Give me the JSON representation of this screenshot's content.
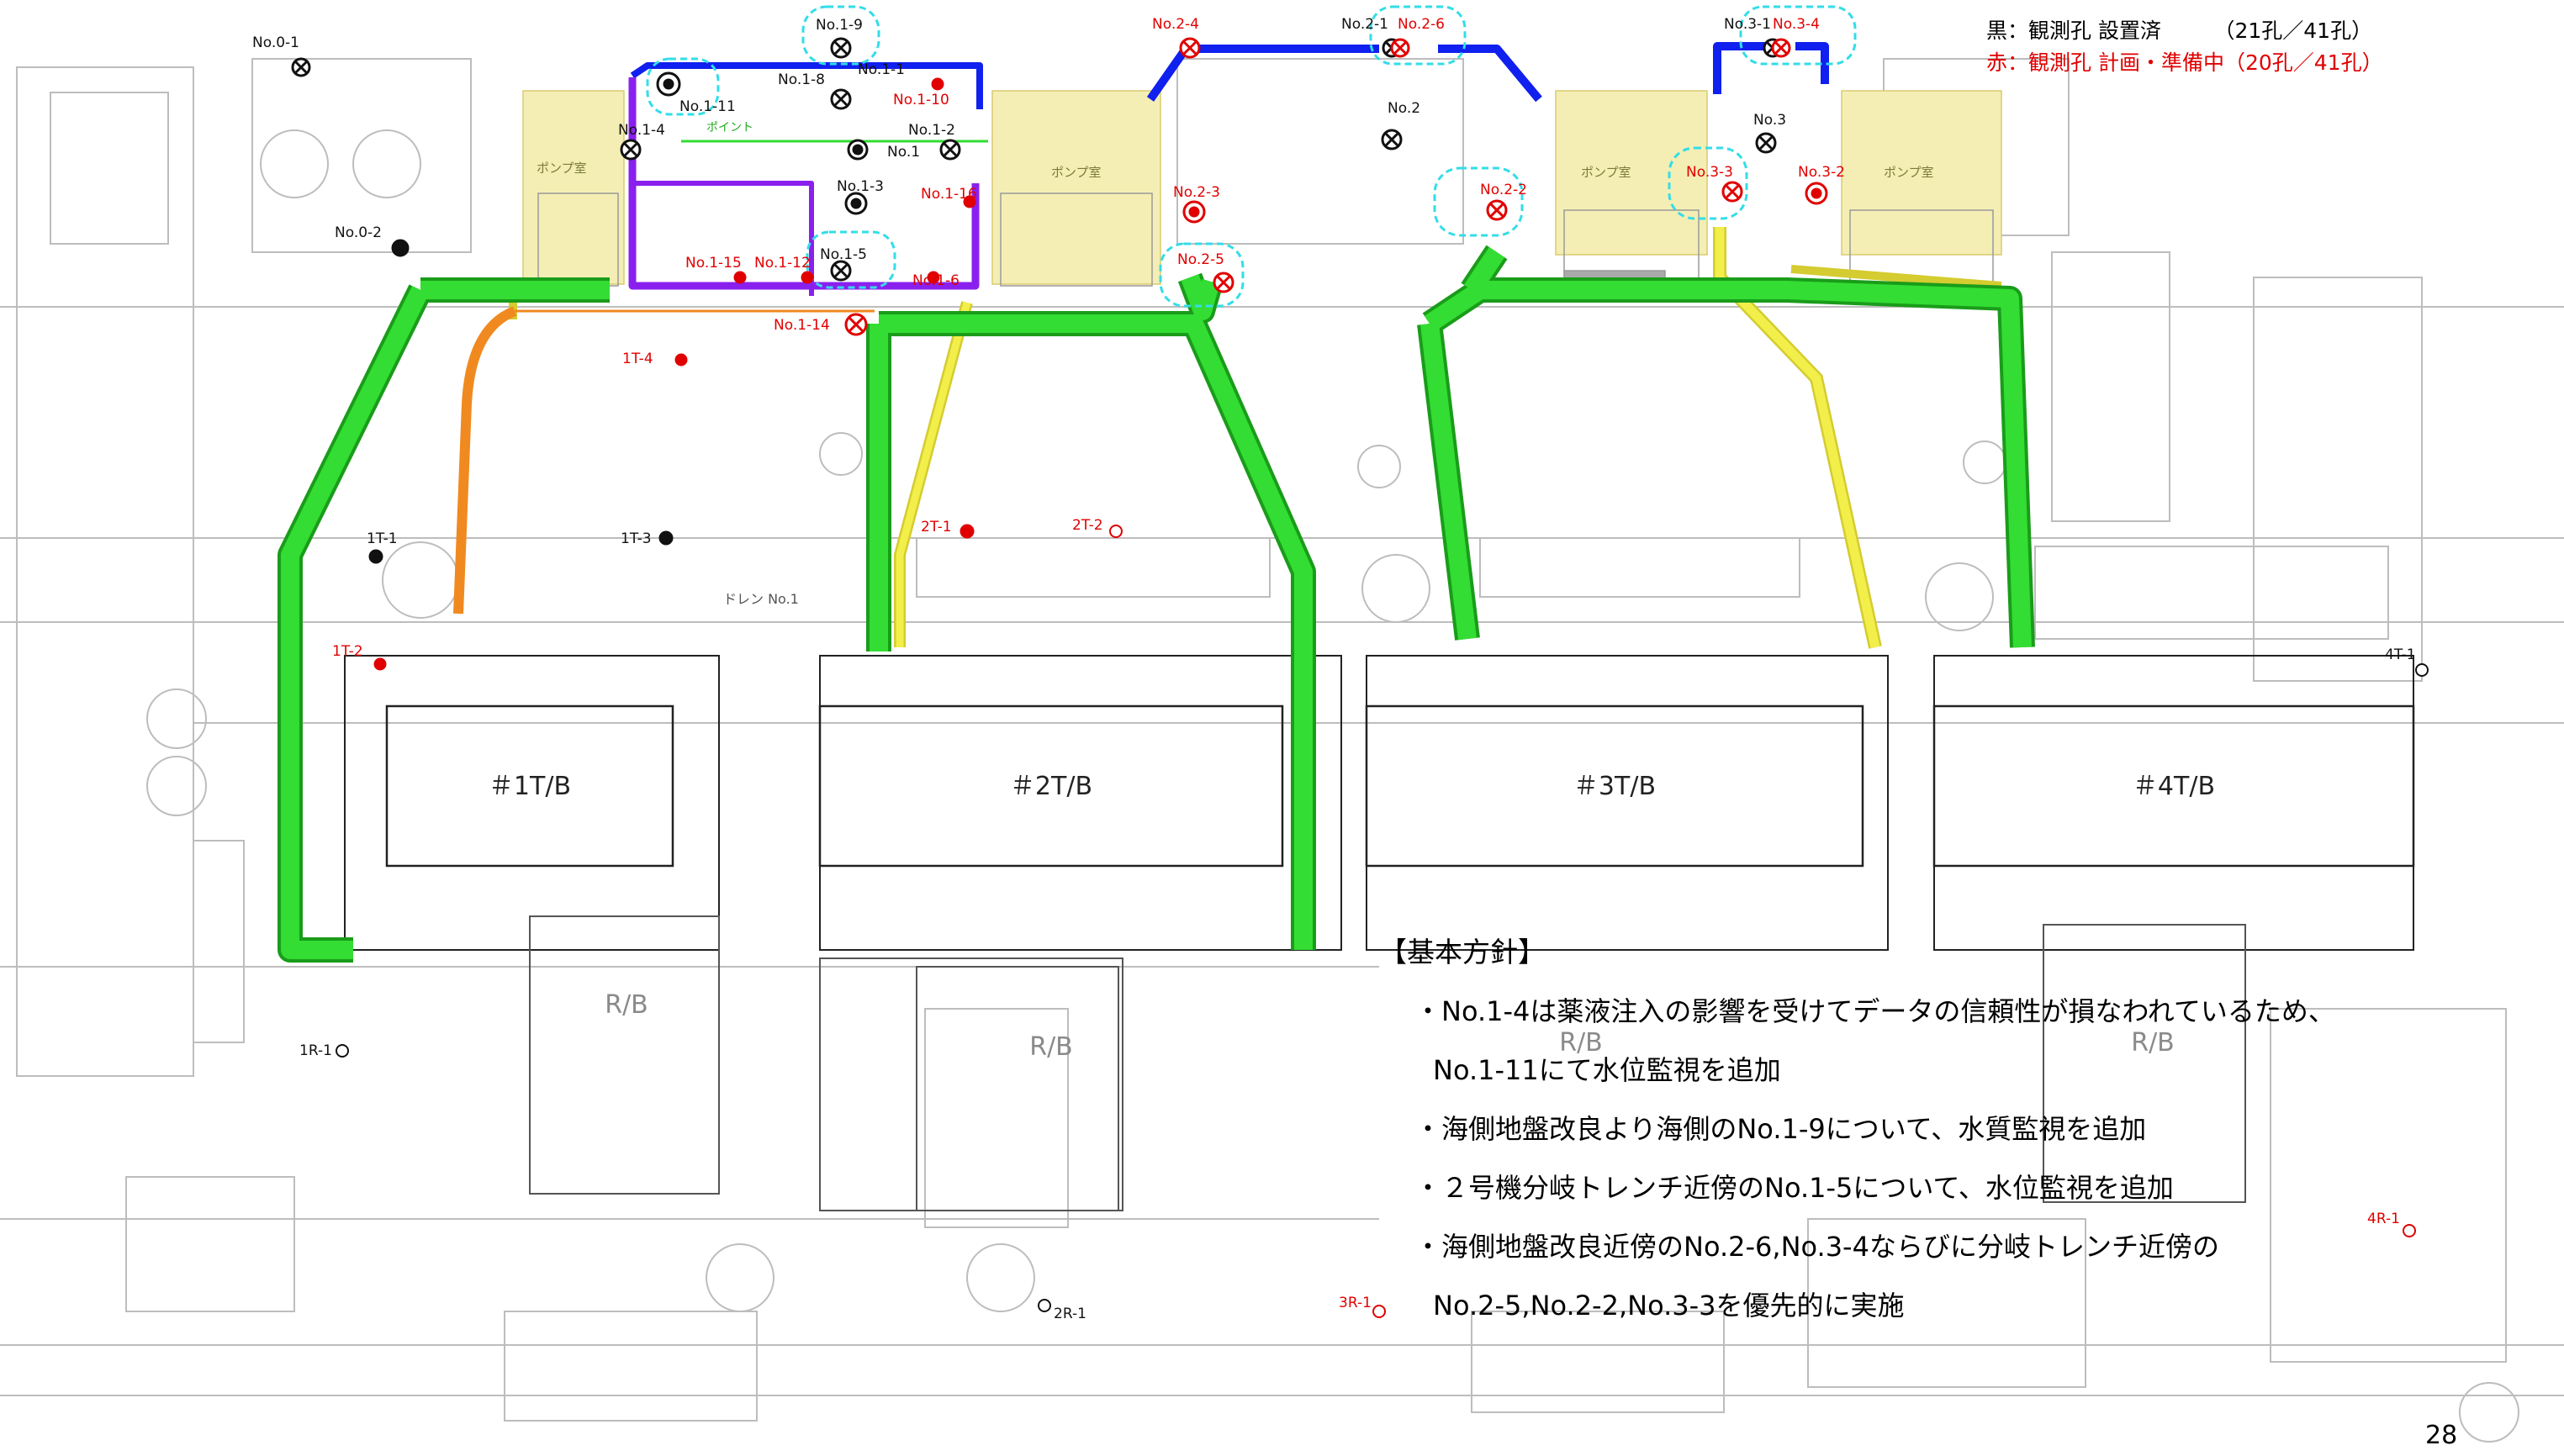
{
  "legend": {
    "installed": "黒：観測孔 設置済",
    "installed_count": "（21孔／41孔）",
    "planned": "赤：観測孔 計画・準備中",
    "planned_count": "（20孔／41孔）",
    "colors": {
      "installed": "#000000",
      "planned": "#e00000"
    }
  },
  "buildings": {
    "tb": [
      "＃1T/B",
      "＃2T/B",
      "＃3T/B",
      "＃4T/B"
    ],
    "rb": [
      "R/B",
      "R/B",
      "R/B",
      "R/B"
    ]
  },
  "labels": {
    "drain": "ドレン No.1",
    "pump_room": "ポンプ室"
  },
  "holes_installed": [
    "No.0-1",
    "No.0-2",
    "No.1",
    "No.1-2",
    "No.1-3",
    "No.1-4",
    "No.1-5",
    "No.1-8",
    "No.1-9",
    "No.1-11",
    "No.1-1",
    "No.2",
    "No.2-1",
    "No.3",
    "No.3-1",
    "1T-1",
    "1T-3",
    "1R-1",
    "2R-1",
    "4T-1"
  ],
  "holes_planned": [
    "No.1-6",
    "No.1-10",
    "No.1-12",
    "No.1-14",
    "No.1-15",
    "No.1-16",
    "No.2-2",
    "No.2-3",
    "No.2-4",
    "No.2-5",
    "No.2-6",
    "No.3-2",
    "No.3-3",
    "No.3-4",
    "1T-2",
    "1T-4",
    "2T-1",
    "2T-2",
    "3R-1",
    "4R-1"
  ],
  "policy": {
    "title": "【基本方針】",
    "items": [
      "・No.1-4は薬液注入の影響を受けてデータの信頼性が損なわれているため、",
      "No.1-11にて水位監視を追加",
      "・海側地盤改良より海側のNo.1-9について、水質監視を追加",
      "・２号機分岐トレンチ近傍のNo.1-5について、水位監視を追加",
      "・海側地盤改良近傍のNo.2-6,No.3-4ならびに分岐トレンチ近傍の",
      "No.2-5,No.2-2,No.3-3を優先的に実施"
    ]
  },
  "page_number": "28",
  "colors": {
    "trench_green": "#22cc22",
    "trench_yellow": "#f2ee4a",
    "trench_orange": "#f08a20",
    "improvement_blue": "#1020ee",
    "improvement_purple": "#8a20ee",
    "pump_area": "#f4eeb4",
    "highlight_cyan": "#33dde8",
    "drawing_gray": "#b8b8b8"
  }
}
